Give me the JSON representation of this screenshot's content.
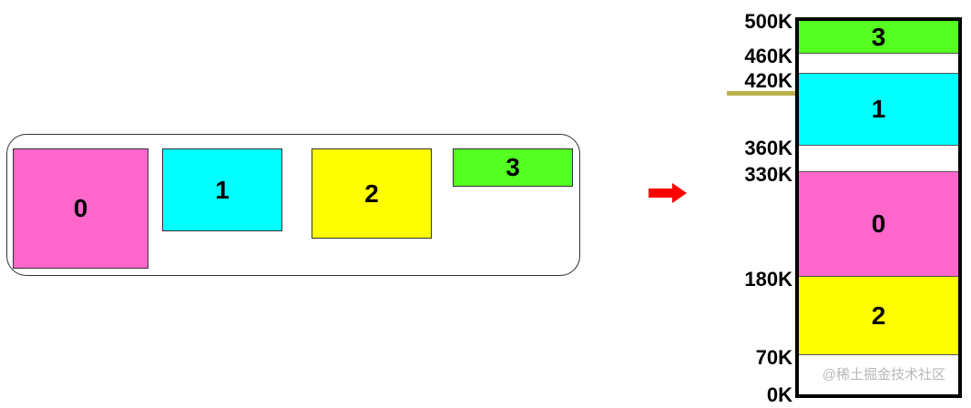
{
  "process_blocks": [
    {
      "label": "0",
      "color": "#ff66cc"
    },
    {
      "label": "1",
      "color": "#00ffff"
    },
    {
      "label": "2",
      "color": "#ffff00"
    },
    {
      "label": "3",
      "color": "#55ff22"
    }
  ],
  "memory": {
    "segments": [
      {
        "label": "3",
        "color": "#55ff22"
      },
      {
        "label": "",
        "color": "#ffffff"
      },
      {
        "label": "1",
        "color": "#00ffff"
      },
      {
        "label": "",
        "color": "#ffffff"
      },
      {
        "label": "0",
        "color": "#ff66cc"
      },
      {
        "label": "2",
        "color": "#ffff00"
      },
      {
        "label": "",
        "color": "#ffffff"
      }
    ],
    "addresses": [
      "500K",
      "460K",
      "420K",
      "360K",
      "330K",
      "180K",
      "70K",
      "0K"
    ]
  },
  "arrow_color": "#ff0000",
  "marker_color": "#b8b04a",
  "watermark": "@稀土掘金技术社区"
}
